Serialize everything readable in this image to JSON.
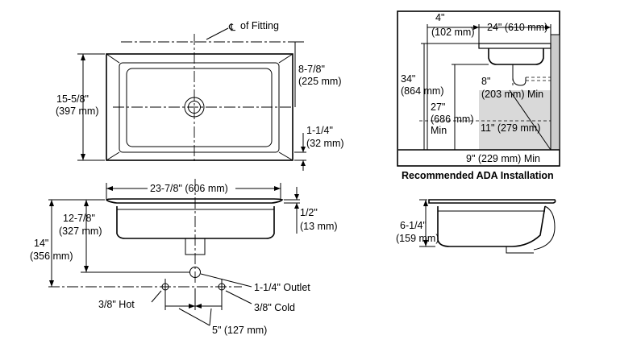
{
  "labels": {
    "centerline_of_fitting": "of Fitting",
    "cl_symbol": "℄",
    "dim_8_7_8": "8-7/8\"",
    "dim_225mm": "(225 mm)",
    "dim_15_5_8": "15-5/8\"",
    "dim_397mm": "(397 mm)",
    "dim_1_1_4": "1-1/4\"",
    "dim_32mm": "(32 mm)",
    "dim_23_7_8": "23-7/8\" (606 mm)",
    "dim_12_7_8": "12-7/8\"",
    "dim_327mm": "(327 mm)",
    "dim_1_2": "1/2\"",
    "dim_13mm": "(13 mm)",
    "dim_14": "14\"",
    "dim_356mm": "(356 mm)",
    "outlet": "1-1/4\" Outlet",
    "hot": "3/8\" Hot",
    "cold": "3/8\" Cold",
    "dim_5in": "5\" (127 mm)",
    "dim_6_1_4": "6-1/4\"",
    "dim_159mm": "(159 mm)"
  },
  "ada": {
    "caption": "Recommended ADA Installation",
    "dim_4in": "4\"",
    "dim_102mm": "(102 mm)",
    "dim_24in": "24\" (610 mm)",
    "dim_34in": "34\"",
    "dim_864mm": "(864 mm)",
    "dim_8in": "8\"",
    "dim_203mm": "(203 mm) Min",
    "dim_27in": "27\"",
    "dim_686mm": "(686 mm)",
    "min": "Min",
    "dim_11in": "11\" (279 mm)",
    "dim_9in": "9\" (229 mm) Min"
  }
}
